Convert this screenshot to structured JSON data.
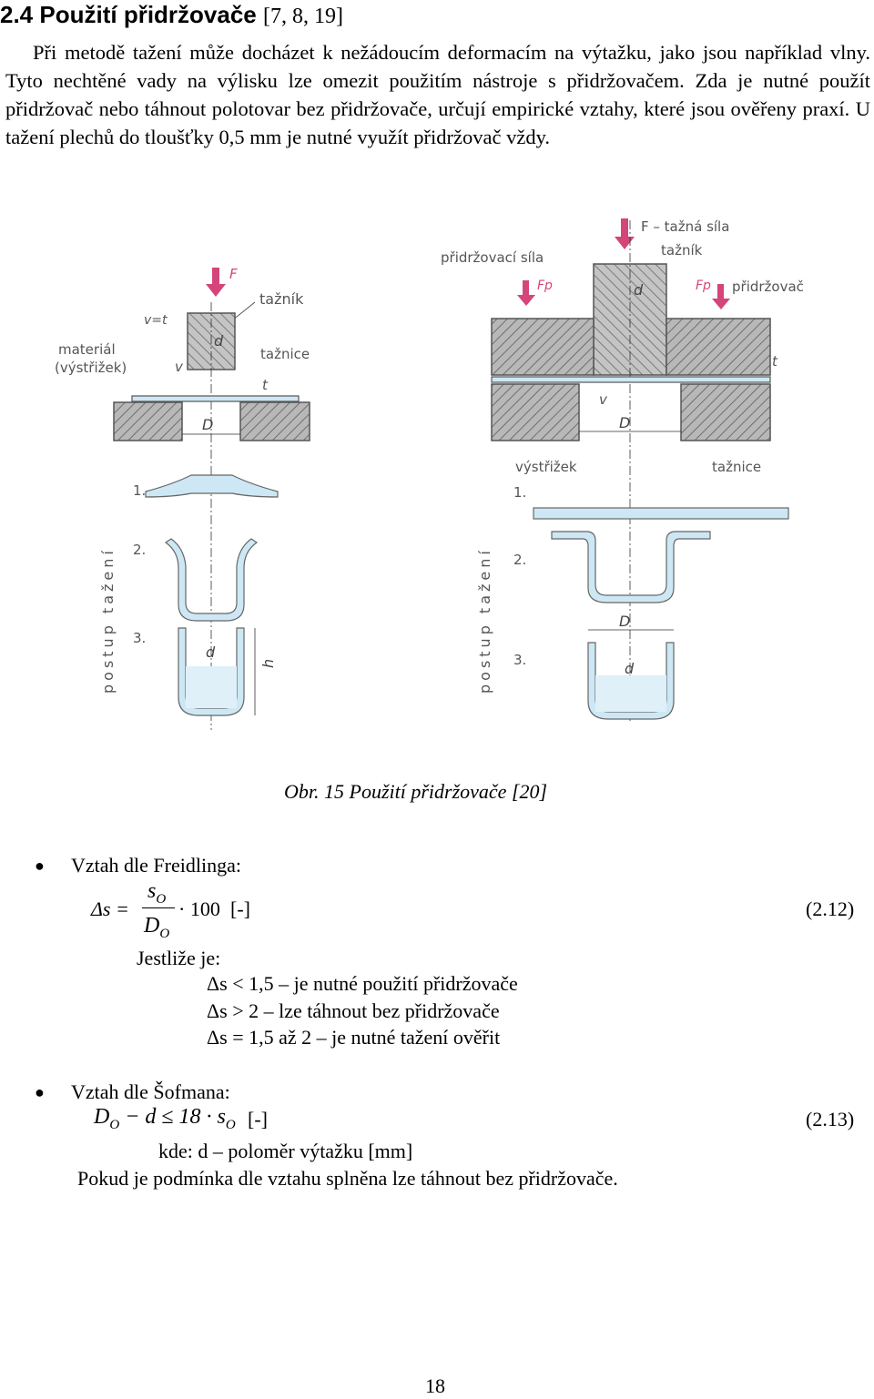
{
  "heading": {
    "number": "2.4",
    "title": "Použití přidržovače",
    "refs": "[7, 8, 19]"
  },
  "paragraph": "Při metodě tažení může docházet k nežádoucím deformacím na výtažku, jako jsou například vlny. Tyto nechtěné vady na výlisku lze omezit použitím nástroje s přidržovačem. Zda je nutné použít přidržovač nebo táhnout polotovar bez přidržovače, určují empirické vztahy, které jsou ověřeny praxí. U tažení plechů do tloušťky 0,5 mm je nutné využít přidržovač vždy.",
  "figure": {
    "left": {
      "force": "F",
      "punch": "tažník",
      "gap": "v=t",
      "d": "d",
      "v": "v",
      "material": "materiál",
      "blank": "(výstřižek)",
      "die": "tažnice",
      "t": "t",
      "D": "D",
      "process": "postup tažení",
      "step1": "1.",
      "step2": "2.",
      "step3": "3.",
      "h": "h"
    },
    "right": {
      "force_label": "F – tažná síla",
      "punch": "tažník",
      "holder_force": "přidržovací síla",
      "Fp": "Fp",
      "holder": "přidržovač",
      "d": "d",
      "t": "t",
      "v": "v",
      "D": "D",
      "blank": "výstřižek",
      "die": "tažnice",
      "process": "postup tažení",
      "step1": "1.",
      "step2": "2.",
      "step3": "3."
    }
  },
  "caption": {
    "label": "Obr. 15",
    "text": "Použití přidržovače [20]"
  },
  "freidling": {
    "bullet_text": "Vztah dle Freidlinga:",
    "delta_s": "Δs =",
    "numerator": "s",
    "numerator_sub": "O",
    "denominator": "D",
    "denominator_sub": "O",
    "factor": "· 100",
    "unit": "[-]",
    "eq_number": "(2.12)",
    "if_text": "Jestliže je:",
    "conditions": [
      "Δs < 1,5 – je nutné použití přidržovače",
      "Δs > 2 – lze táhnout bez přidržovače",
      "Δs = 1,5 až 2 – je nutné tažení ověřit"
    ]
  },
  "sofman": {
    "bullet_text": "Vztah dle Šofmana:",
    "lhs": "D",
    "lhs_sub": "O",
    "minus_d": "− d ≤ 18 · s",
    "rhs_sub": "O",
    "unit": "[-]",
    "eq_number": "(2.13)",
    "where": "kde: d – poloměr výtažku [mm]",
    "conclusion": "Pokud je podmínka dle vztahu splněna lze táhnout bez přidržovače."
  },
  "page_number": "18",
  "colors": {
    "hatch": "#7f7f7f",
    "part_fill": "#cde8f4",
    "arrow": "#d4457a",
    "label": "#555555"
  }
}
